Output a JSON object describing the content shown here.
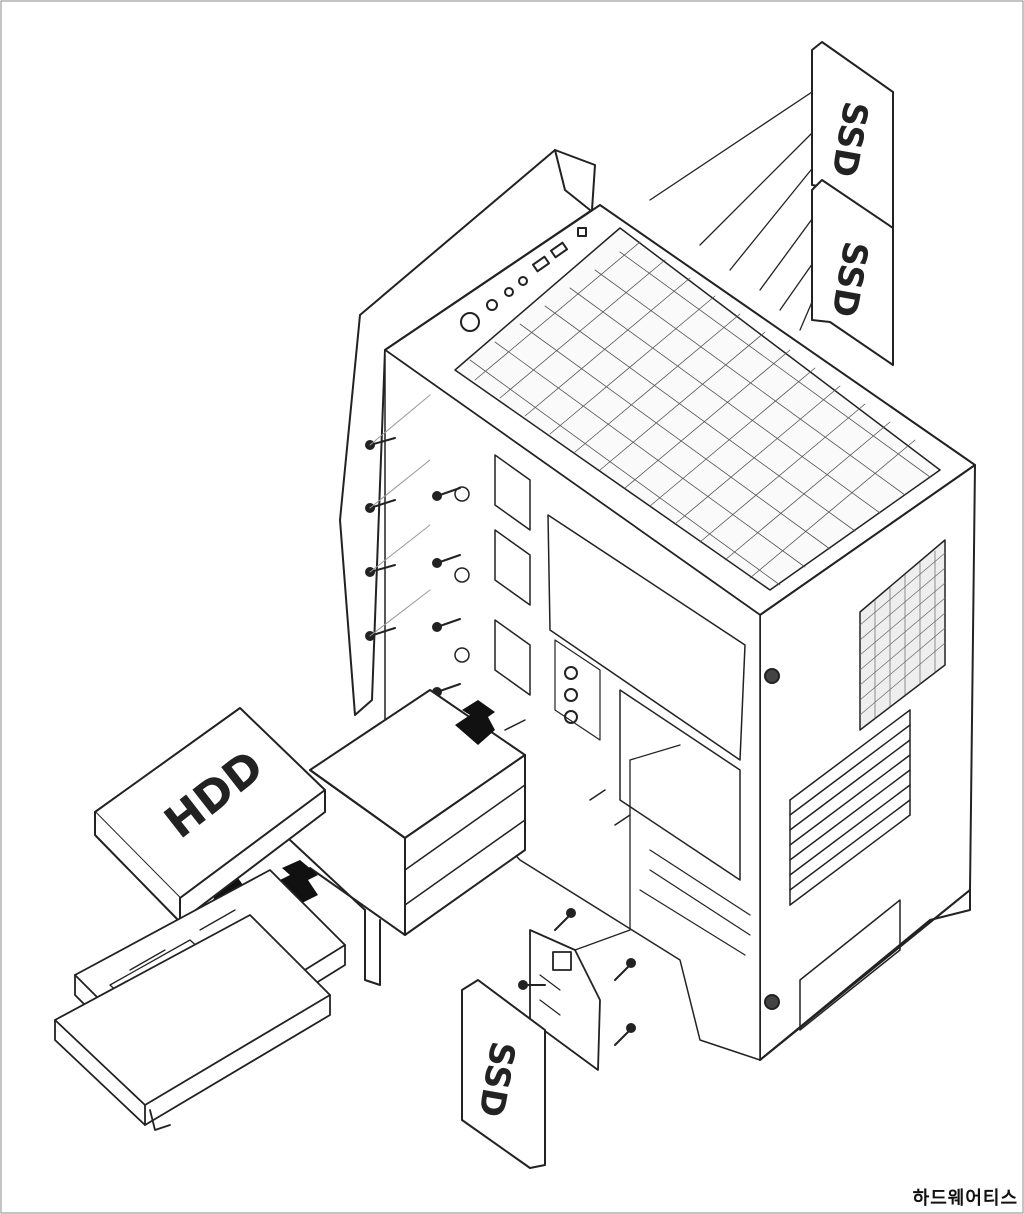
{
  "labels": {
    "hdd": "HDD",
    "ssd_top_1": "SSD",
    "ssd_top_2": "SSD",
    "ssd_bottom": "SSD"
  },
  "watermark": "하드웨어티스",
  "icons": [
    "screw-icon",
    "arrow-icon",
    "power-icon",
    "usb-port-icon"
  ]
}
